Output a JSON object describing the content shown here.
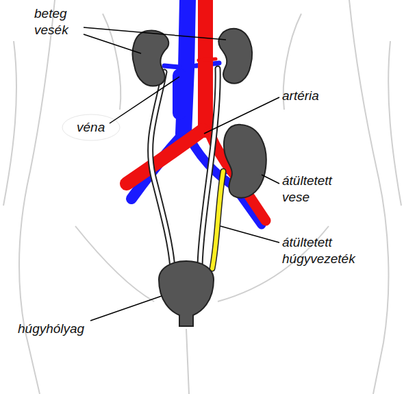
{
  "diagram": {
    "labels": [
      "beteg vesék",
      "véna",
      "artéria",
      "átültetett vese",
      "átültetett húgyvezeték",
      "húgyhólyag"
    ]
  }
}
